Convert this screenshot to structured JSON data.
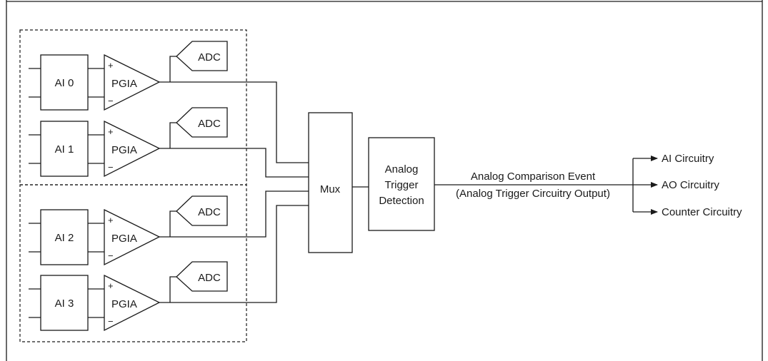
{
  "channels": [
    {
      "name": "AI 0",
      "amp": "PGIA",
      "plus": "+",
      "minus": "−",
      "adc": "ADC"
    },
    {
      "name": "AI 1",
      "amp": "PGIA",
      "plus": "+",
      "minus": "−",
      "adc": "ADC"
    },
    {
      "name": "AI 2",
      "amp": "PGIA",
      "plus": "+",
      "minus": "−",
      "adc": "ADC"
    },
    {
      "name": "AI 3",
      "amp": "PGIA",
      "plus": "+",
      "minus": "−",
      "adc": "ADC"
    }
  ],
  "mux": {
    "label": "Mux"
  },
  "trigger": {
    "line1": "Analog",
    "line2": "Trigger",
    "line3": "Detection"
  },
  "event": {
    "line1": "Analog Comparison Event",
    "line2": "(Analog Trigger Circuitry Output)"
  },
  "outputs": [
    {
      "label": "AI Circuitry"
    },
    {
      "label": "AO Circuitry"
    },
    {
      "label": "Counter Circuitry"
    }
  ]
}
